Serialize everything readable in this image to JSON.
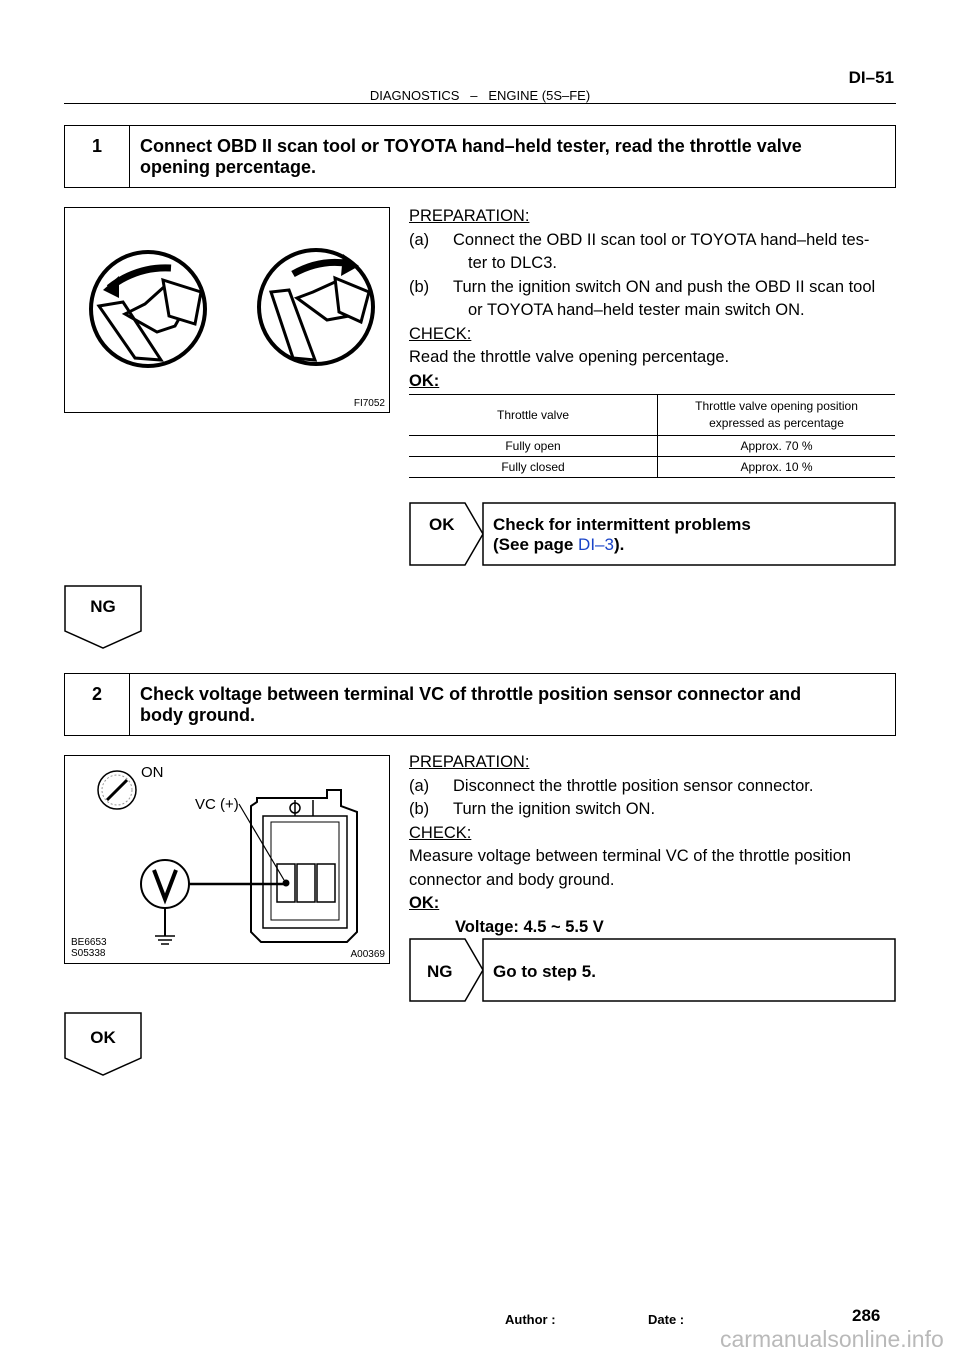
{
  "header": {
    "section": "DIAGNOSTICS",
    "dash": "–",
    "subsection": "ENGINE (5S–FE)",
    "page_ref": "DI–51"
  },
  "step1": {
    "number": "1",
    "title_line1": "Connect OBD II scan tool or TOYOTA hand–held tester, read the throttle valve",
    "title_line2": "opening percentage.",
    "figure_code": "FI7052",
    "preparation_label": "PREPARATION:",
    "prep_a_marker": "(a)",
    "prep_a_line1": "Connect the OBD II scan tool or TOYOTA hand–held tes-",
    "prep_a_line2": "ter to DLC3.",
    "prep_b_marker": "(b)",
    "prep_b_line1": "Turn the ignition switch ON and push the OBD II scan tool",
    "prep_b_line2": "or TOYOTA hand–held tester main switch ON.",
    "check_label": "CHECK:",
    "check_text": "Read the throttle valve opening percentage.",
    "ok_label": "OK:",
    "table": {
      "col1_header": "Throttle valve",
      "col2_header_line1": "Throttle valve opening position",
      "col2_header_line2": "expressed as percentage",
      "rows": [
        {
          "valve": "Fully open",
          "value": "Approx.  70 %"
        },
        {
          "valve": "Fully closed",
          "value": "Approx.  10 %"
        }
      ]
    },
    "branch_ok": {
      "label": "OK",
      "line1": "Check for intermittent problems",
      "line2_prefix": "(See page ",
      "link": "DI–3",
      "line2_suffix": ")."
    },
    "ng_flow_label": "NG"
  },
  "step2": {
    "number": "2",
    "title_line1": "Check voltage between terminal VC of throttle position sensor connector and",
    "title_line2": "body ground.",
    "figure": {
      "on_label": "ON",
      "vc_label": "VC (+)",
      "code_left_1": "BE6653",
      "code_left_2": "S05338",
      "code_right": "A00369"
    },
    "preparation_label": "PREPARATION:",
    "prep_a_marker": "(a)",
    "prep_a_text": "Disconnect the throttle position sensor connector.",
    "prep_b_marker": "(b)",
    "prep_b_text": "Turn the ignition switch ON.",
    "check_label": "CHECK:",
    "check_line1": "Measure voltage between terminal VC of the throttle position",
    "check_line2": "connector and body ground.",
    "ok_label": "OK:",
    "spec": "Voltage: 4.5 ~ 5.5 V",
    "branch_ng": {
      "label": "NG",
      "text": "Go to step 5."
    },
    "ok_flow_label": "OK"
  },
  "footer": {
    "author_label": "Author :",
    "date_label": "Date :",
    "page_number": "286"
  },
  "watermark": "carmanualsonline.info"
}
